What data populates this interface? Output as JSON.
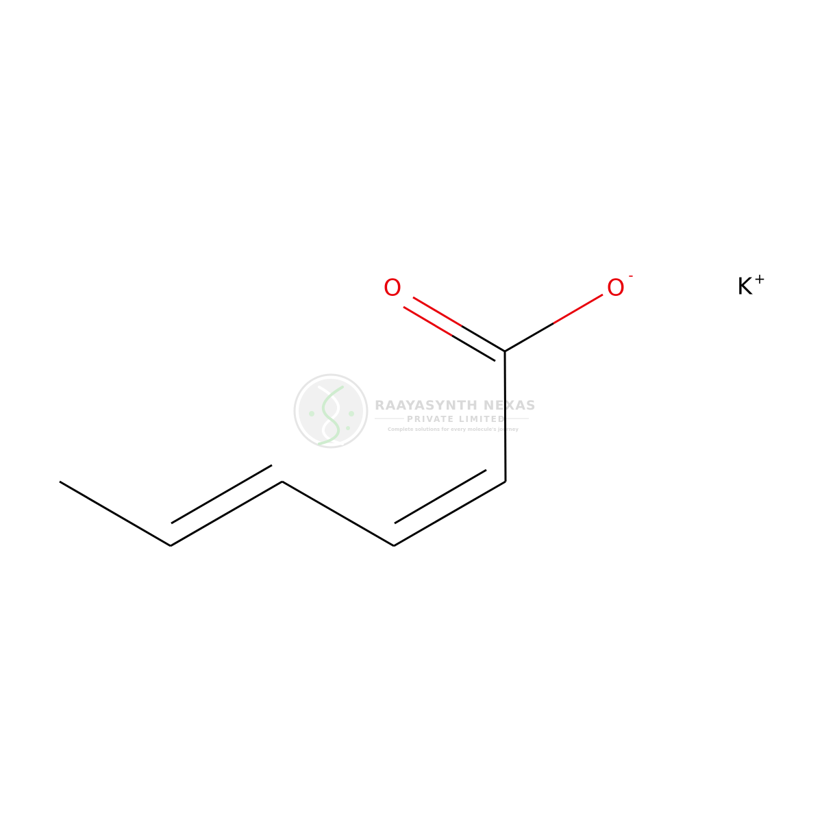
{
  "molecule": {
    "atoms": {
      "carbonyl_oxygen": {
        "symbol": "O",
        "charge": ""
      },
      "anionic_oxygen": {
        "symbol": "O",
        "charge": "-"
      },
      "potassium": {
        "symbol": "K",
        "charge": "+"
      }
    },
    "colors": {
      "bond": "#000000",
      "oxygen": "#e8000b",
      "potassium": "#000000"
    }
  },
  "watermark": {
    "company": "RAAYASYNTH NEXAS",
    "subtitle": "PRIVATE LIMITED",
    "tagline": "Complete solutions for every molecule's journey",
    "colors": {
      "text": "#d9d9d9",
      "logo_ring": "#d9d9d9",
      "logo_accent": "#b7e3b7"
    }
  }
}
